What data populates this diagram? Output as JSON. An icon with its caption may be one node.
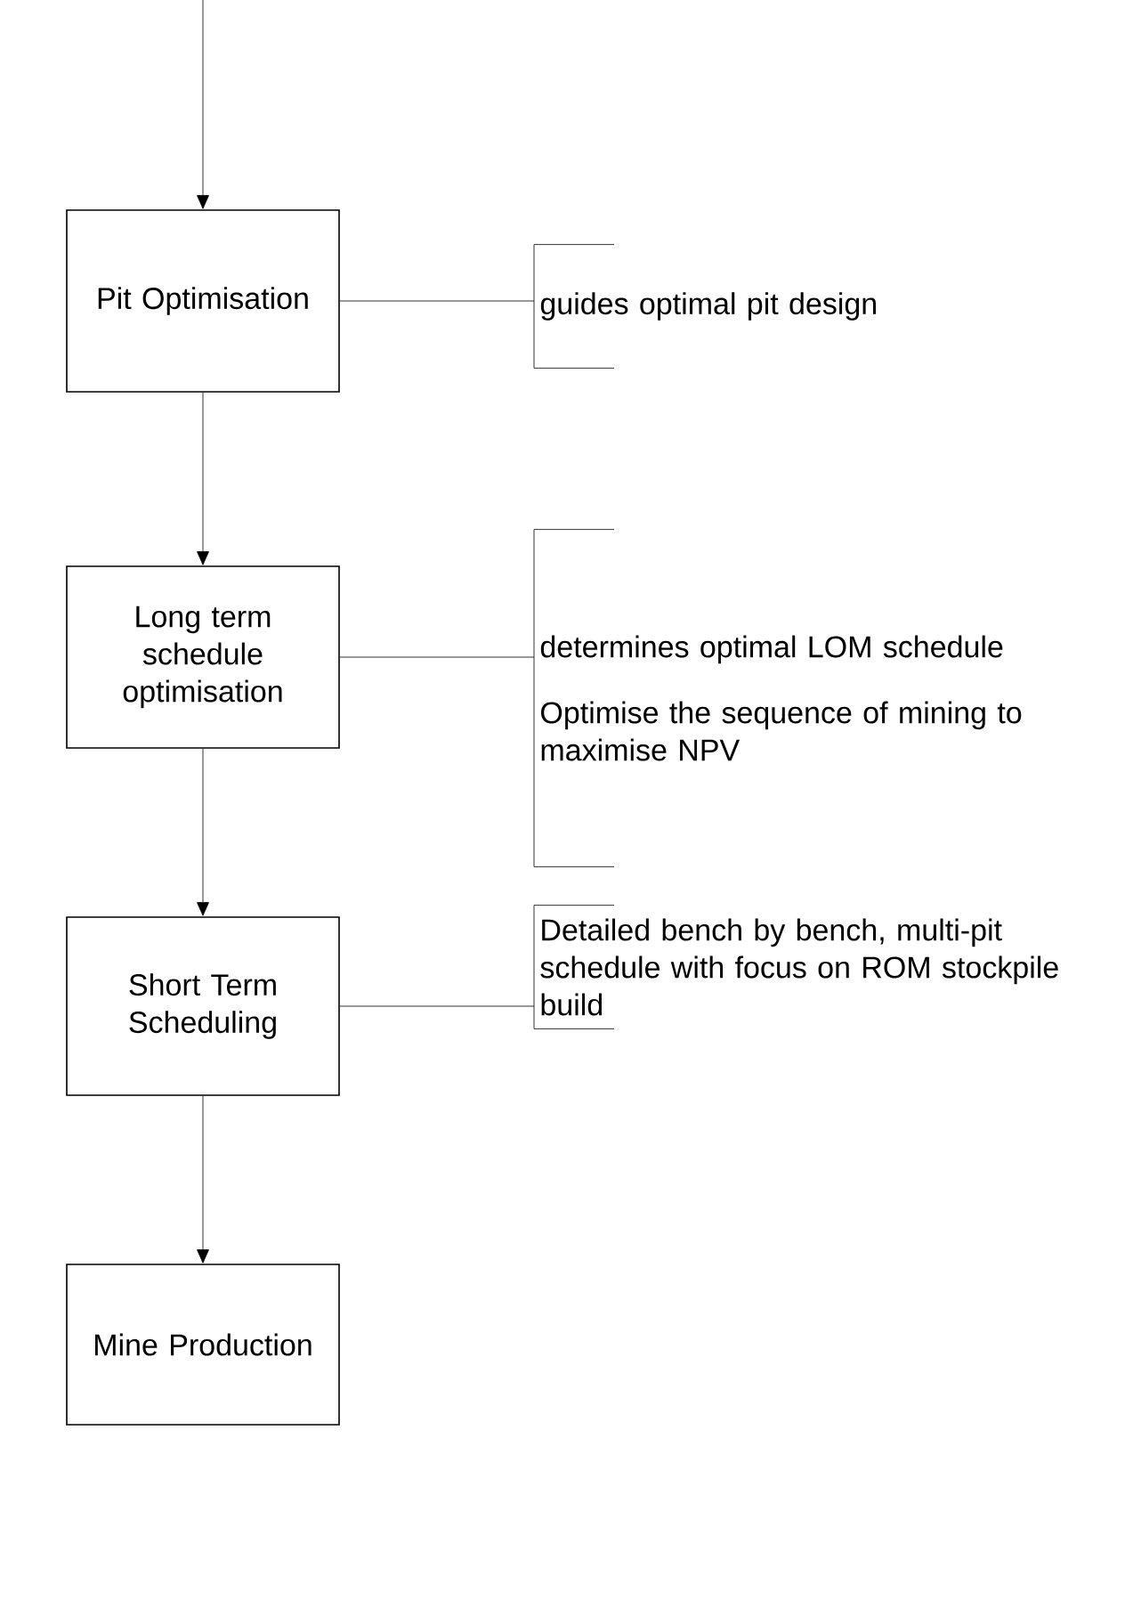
{
  "diagram": {
    "nodes": [
      {
        "text": [
          "Pit Optimisation"
        ]
      },
      {
        "text": [
          "guides optimal pit design"
        ]
      },
      {
        "text": [
          "Long term schedule optimisation"
        ]
      },
      {
        "text": [
          "determines optimal LOM schedule",
          "Optimise the sequence of mining to maximise NPV"
        ]
      },
      {
        "text": [
          "Short Term Scheduling"
        ]
      },
      {
        "text": [
          "Detailed bench by bench, multi-pit schedule with focus on ROM stockpile build"
        ]
      },
      {
        "text": [
          "Mine Production"
        ]
      }
    ],
    "edges": [
      {
        "from": null,
        "to": 0,
        "arrow": "to"
      },
      {
        "from": 0,
        "to": 2,
        "arrow": "to"
      },
      {
        "from": 2,
        "to": 4,
        "arrow": "to"
      },
      {
        "from": 4,
        "to": 6,
        "arrow": "to"
      },
      {
        "from": 0,
        "to": 1,
        "arrow": "none"
      },
      {
        "from": 2,
        "to": 3,
        "arrow": "none"
      },
      {
        "from": 4,
        "to": 5,
        "arrow": "none"
      }
    ]
  }
}
